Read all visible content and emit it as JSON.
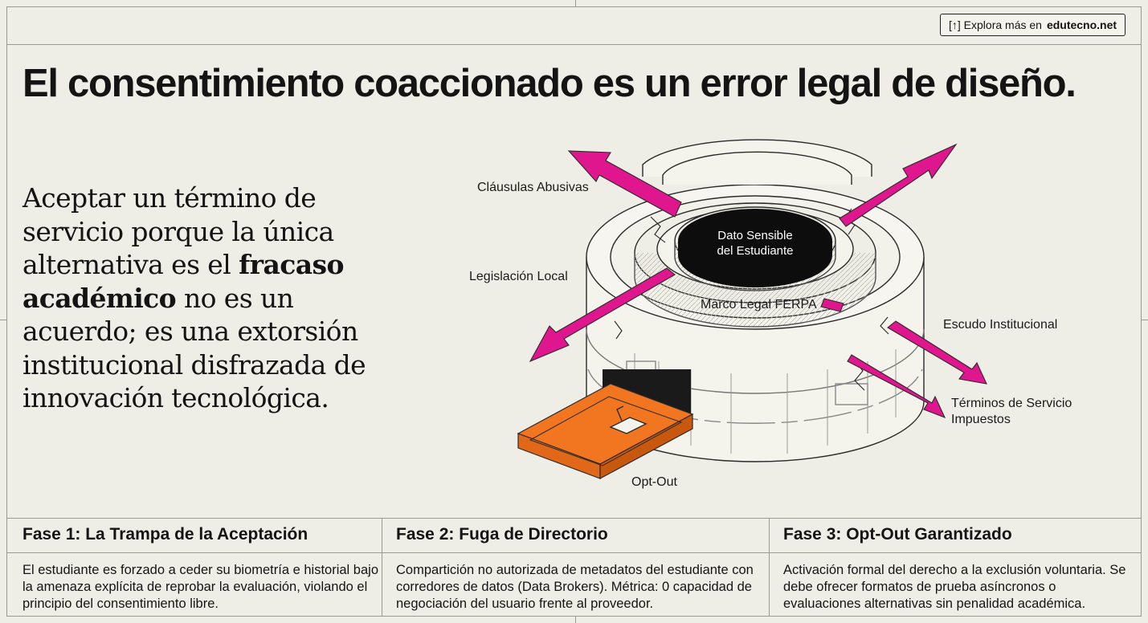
{
  "header": {
    "explore_prefix": "[↑] Explora más en",
    "explore_site": "edutecno.net"
  },
  "title": "El consentimiento coaccionado es un error legal de diseño.",
  "lead": {
    "part1": "Aceptar un término de servicio porque la única alternativa es el ",
    "bold": "fracaso académico",
    "part2": " no es un acuerdo; es una extorsión institucional disfrazada de innovación tecnológica."
  },
  "diagram": {
    "labels": {
      "clausulas": "Cláusulas Abusivas",
      "legislacion": "Legislación Local",
      "marco": "Marco Legal FERPA",
      "escudo": "Escudo Institucional",
      "terminos_1": "Términos de Servicio",
      "terminos_2": "Impuestos",
      "optout": "Opt-Out"
    },
    "core": {
      "line1": "Dato Sensible",
      "line2": "del Estudiante"
    },
    "icons": [
      "magenta-arrow-icon",
      "lock-icon",
      "drawer-icon"
    ],
    "colors": {
      "arrow": "#e0168f",
      "drawer": "#f2761f",
      "core": "#0d0d0d"
    }
  },
  "phases": [
    {
      "title": "Fase 1: La Trampa de la Aceptación",
      "body": "El estudiante es forzado a ceder su biometría e historial bajo la amenaza explícita de reprobar la evaluación, violando el principio del consentimiento libre."
    },
    {
      "title": "Fase 2: Fuga de Directorio",
      "body": "Compartición no autorizada de metadatos del estudiante con corredores de datos (Data Brokers). Métrica: 0 capacidad de negociación del usuario frente al proveedor."
    },
    {
      "title": "Fase 3: Opt-Out Garantizado",
      "body": "Activación formal del derecho a la exclusión voluntaria. Se debe ofrecer formatos de prueba asíncronos o evaluaciones alternativas sin penalidad académica."
    }
  ]
}
